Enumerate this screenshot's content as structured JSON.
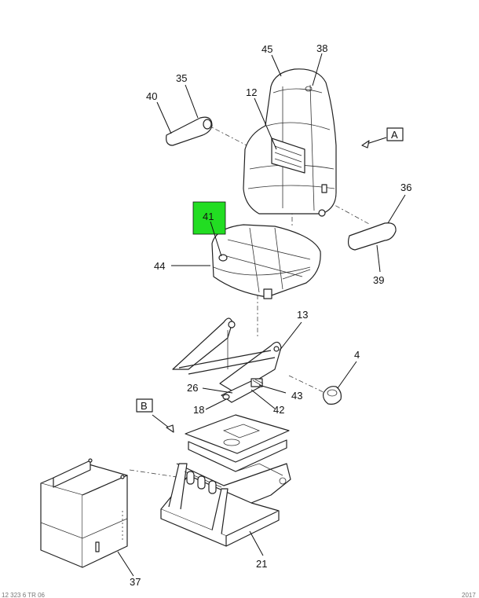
{
  "diagram": {
    "colors": {
      "highlight": "#22dd22",
      "line": "#222222",
      "background": "#ffffff"
    },
    "callouts": {
      "c45": "45",
      "c38": "38",
      "c35": "35",
      "c40": "40",
      "c12": "12",
      "cA": "A",
      "c36": "36",
      "c39": "39",
      "c41": "41",
      "c44": "44",
      "c13": "13",
      "c4": "4",
      "c26": "26",
      "c43": "43",
      "c18": "18",
      "c42": "42",
      "cB": "B",
      "c37": "37",
      "c21": "21"
    },
    "footer": {
      "left": "12 323 6 TR 06",
      "right": "2017"
    }
  }
}
